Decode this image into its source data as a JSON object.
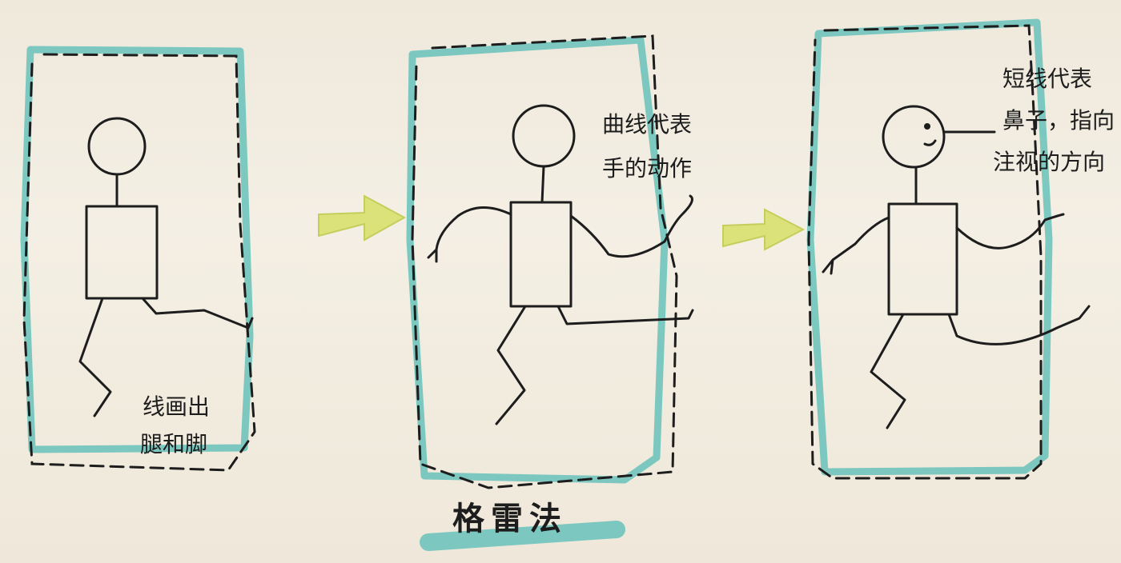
{
  "notes": {
    "legs_label_line1": "线画出",
    "legs_label_line2": "腿和脚",
    "arms_label_line1": "曲线代表",
    "arms_label_line2": "手的动作",
    "nose_label_line1": "短线代表",
    "nose_label_line2": "鼻子，指向",
    "nose_label_line3": "注视的方向"
  },
  "title": "格雷法",
  "colors": {
    "paper": "#f1ebdf",
    "teal_marker": "#6fc4bd",
    "arrow_yellow": "#dbe27a",
    "ink": "#1d1d1d"
  }
}
